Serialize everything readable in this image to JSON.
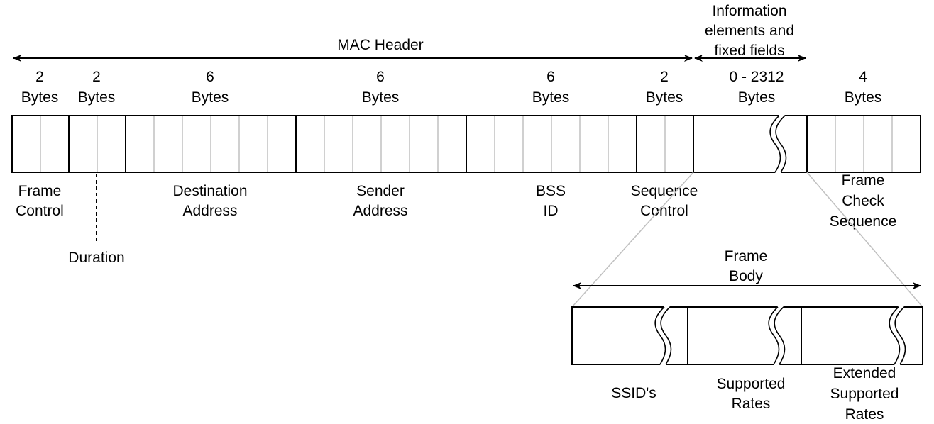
{
  "header": {
    "mac_header_label": "MAC Header",
    "info_label_line1": "Information",
    "info_label_line2": "elements and",
    "info_label_line3": "fixed fields"
  },
  "fields": [
    {
      "size": "2",
      "unit": "Bytes",
      "name_line1": "Frame",
      "name_line2": "Control"
    },
    {
      "size": "2",
      "unit": "Bytes",
      "name_line1": "Duration",
      "name_line2": ""
    },
    {
      "size": "6",
      "unit": "Bytes",
      "name_line1": "Destination",
      "name_line2": "Address"
    },
    {
      "size": "6",
      "unit": "Bytes",
      "name_line1": "Sender",
      "name_line2": "Address"
    },
    {
      "size": "6",
      "unit": "Bytes",
      "name_line1": "BSS",
      "name_line2": "ID"
    },
    {
      "size": "2",
      "unit": "Bytes",
      "name_line1": "Sequence",
      "name_line2": "Control"
    },
    {
      "size": "0 - 2312",
      "unit": "Bytes",
      "name_line1": "",
      "name_line2": ""
    },
    {
      "size": "4",
      "unit": "Bytes",
      "name_line1": "Frame",
      "name_line2": "Check",
      "name_line3": "Sequence"
    }
  ],
  "frame_body": {
    "label_line1": "Frame",
    "label_line2": "Body",
    "elements": [
      {
        "name_line1": "SSID's"
      },
      {
        "name_line1": "Supported",
        "name_line2": "Rates"
      },
      {
        "name_line1": "Extended",
        "name_line2": "Supported",
        "name_line3": "Rates"
      }
    ]
  }
}
